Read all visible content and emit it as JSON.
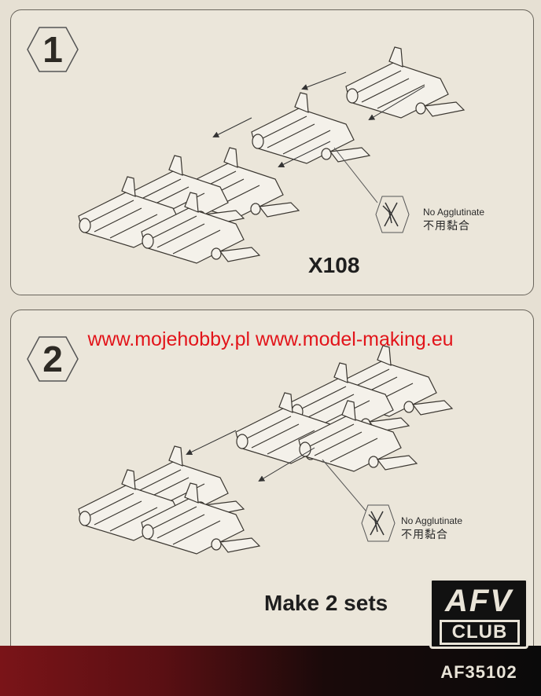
{
  "step1": {
    "number": "1",
    "note_en": "No Agglutinate",
    "note_cn": "不用黏合",
    "part_label": "X108"
  },
  "step2": {
    "number": "2",
    "note_en": "No Agglutinate",
    "note_cn": "不用黏合",
    "instruction": "Make 2 sets"
  },
  "watermark": "www.mojehobby.pl www.model-making.eu",
  "brand": {
    "logo_top": "AFV",
    "logo_bottom": "CLUB",
    "product_code": "AF35102"
  },
  "colors": {
    "paper": "#ebe6da",
    "watermark": "#e2141a",
    "line": "#3a3630"
  }
}
